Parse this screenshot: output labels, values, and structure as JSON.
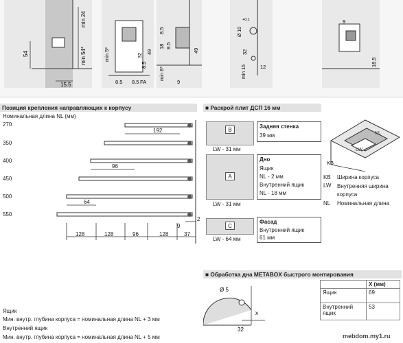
{
  "top_drawings": {
    "d1": {
      "dims": [
        "54",
        "min 24",
        "min 54*",
        "15.5"
      ]
    },
    "d2": {
      "dims": [
        "min 5*",
        "8.5",
        "32",
        "8.5",
        "49",
        "8.5",
        "FA"
      ]
    },
    "d3": {
      "dims": [
        "8.5",
        "18",
        "8.5",
        "49",
        "min 8*",
        "9"
      ]
    },
    "d4": {
      "dims": [
        "Ø 10",
        "+0.1",
        "32",
        "min 15",
        "12"
      ]
    },
    "d5": {
      "dims": [
        "9",
        "18.5"
      ]
    }
  },
  "mounting": {
    "heading": "Позиция крепления направляющих к корпусу",
    "subheading": "Номинальная длина NL (мм)",
    "lengths": [
      "270",
      "350",
      "400",
      "450",
      "500",
      "550"
    ],
    "inner_dims": [
      "192",
      "96",
      "64"
    ],
    "bottom_dims": [
      "128",
      "128",
      "96",
      "128",
      "37"
    ],
    "side_dims": [
      "9",
      "2"
    ]
  },
  "cutting": {
    "heading": "Раскрой плит ДСП 16 мм",
    "back": {
      "letter": "B",
      "width": "LW - 31 мм",
      "title": "Задняя стенка",
      "lines": [
        "39 мм"
      ]
    },
    "bottom": {
      "letter": "A",
      "width": "LW - 31 мм",
      "title": "Дно",
      "lines": [
        "Ящик",
        "NL - 2 мм",
        "Внутренний ящик",
        "NL - 18 мм"
      ]
    },
    "front": {
      "letter": "C",
      "width": "LW - 64 мм",
      "title": "Фасад",
      "lines": [
        "Внутренний ящик",
        "61 мм"
      ]
    }
  },
  "legend": {
    "iso_labels": [
      "KB",
      "LW",
      "NL"
    ],
    "items": [
      {
        "key": "KB",
        "text": "Ширина корпуса"
      },
      {
        "key": "LW",
        "text": "Внутренняя ширина корпуса"
      },
      {
        "key": "NL",
        "text": "Номинальная длина"
      }
    ]
  },
  "processing": {
    "heading": "Обработка дна METABOX быстрого монтирования",
    "dims": [
      "Ø 5",
      "x",
      "32"
    ],
    "table_header": "X (мм)",
    "rows": [
      {
        "label": "Ящик",
        "value": "69"
      },
      {
        "label": "Внутренний ящик",
        "value": "53"
      }
    ]
  },
  "notes": {
    "drawer": "Ящик",
    "drawer_depth": "Мин. внутр. глубина корпуса = номинальная длина NL + 3 мм",
    "inner": "Внутренний ящик",
    "inner_depth": "Мин. внутр. глубина корпуса = номинальная длина NL + 5 мм"
  },
  "watermark": "mebdom.my1.ru",
  "colors": {
    "panel": "#e9e9e9",
    "line": "#333333",
    "header": "#e2e2e2"
  }
}
